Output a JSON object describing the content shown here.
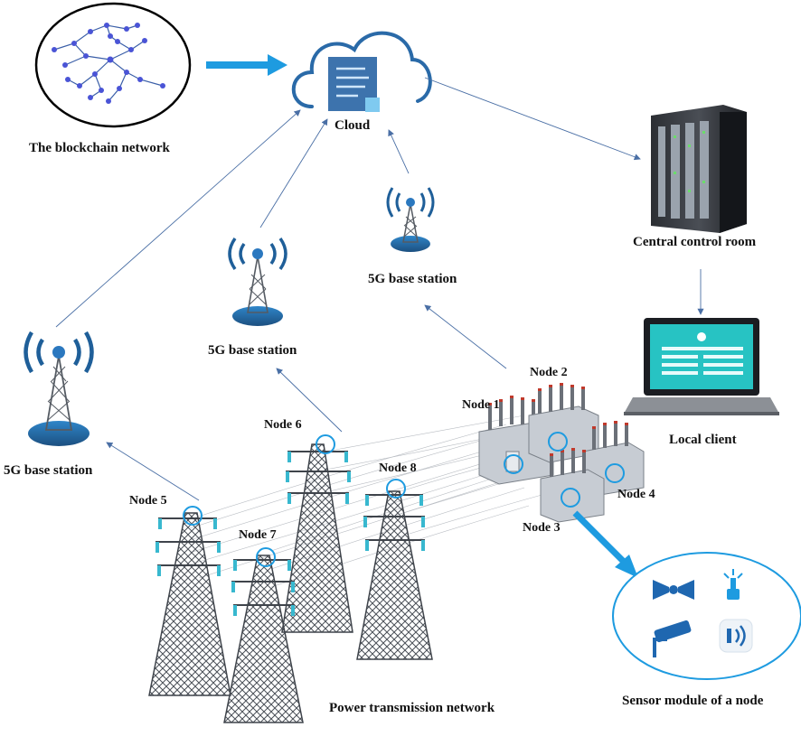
{
  "labels": {
    "blockchain": "The blockchain network",
    "cloud": "Cloud",
    "central_control": "Central control room",
    "local_client": "Local client",
    "bs_left": "5G base station",
    "bs_middle": "5G base station",
    "bs_right": "5G base station",
    "node1": "Node 1",
    "node2": "Node 2",
    "node3": "Node 3",
    "node4": "Node 4",
    "node5": "Node 5",
    "node6": "Node 6",
    "node7": "Node 7",
    "node8": "Node 8",
    "power_network": "Power transmission network",
    "sensor_module": "Sensor module of a node"
  },
  "colors": {
    "arrow": "#4a6fa5",
    "accent_blue": "#1e9be0",
    "dark_blue": "#1f5f99",
    "tower_grey": "#555b63"
  }
}
